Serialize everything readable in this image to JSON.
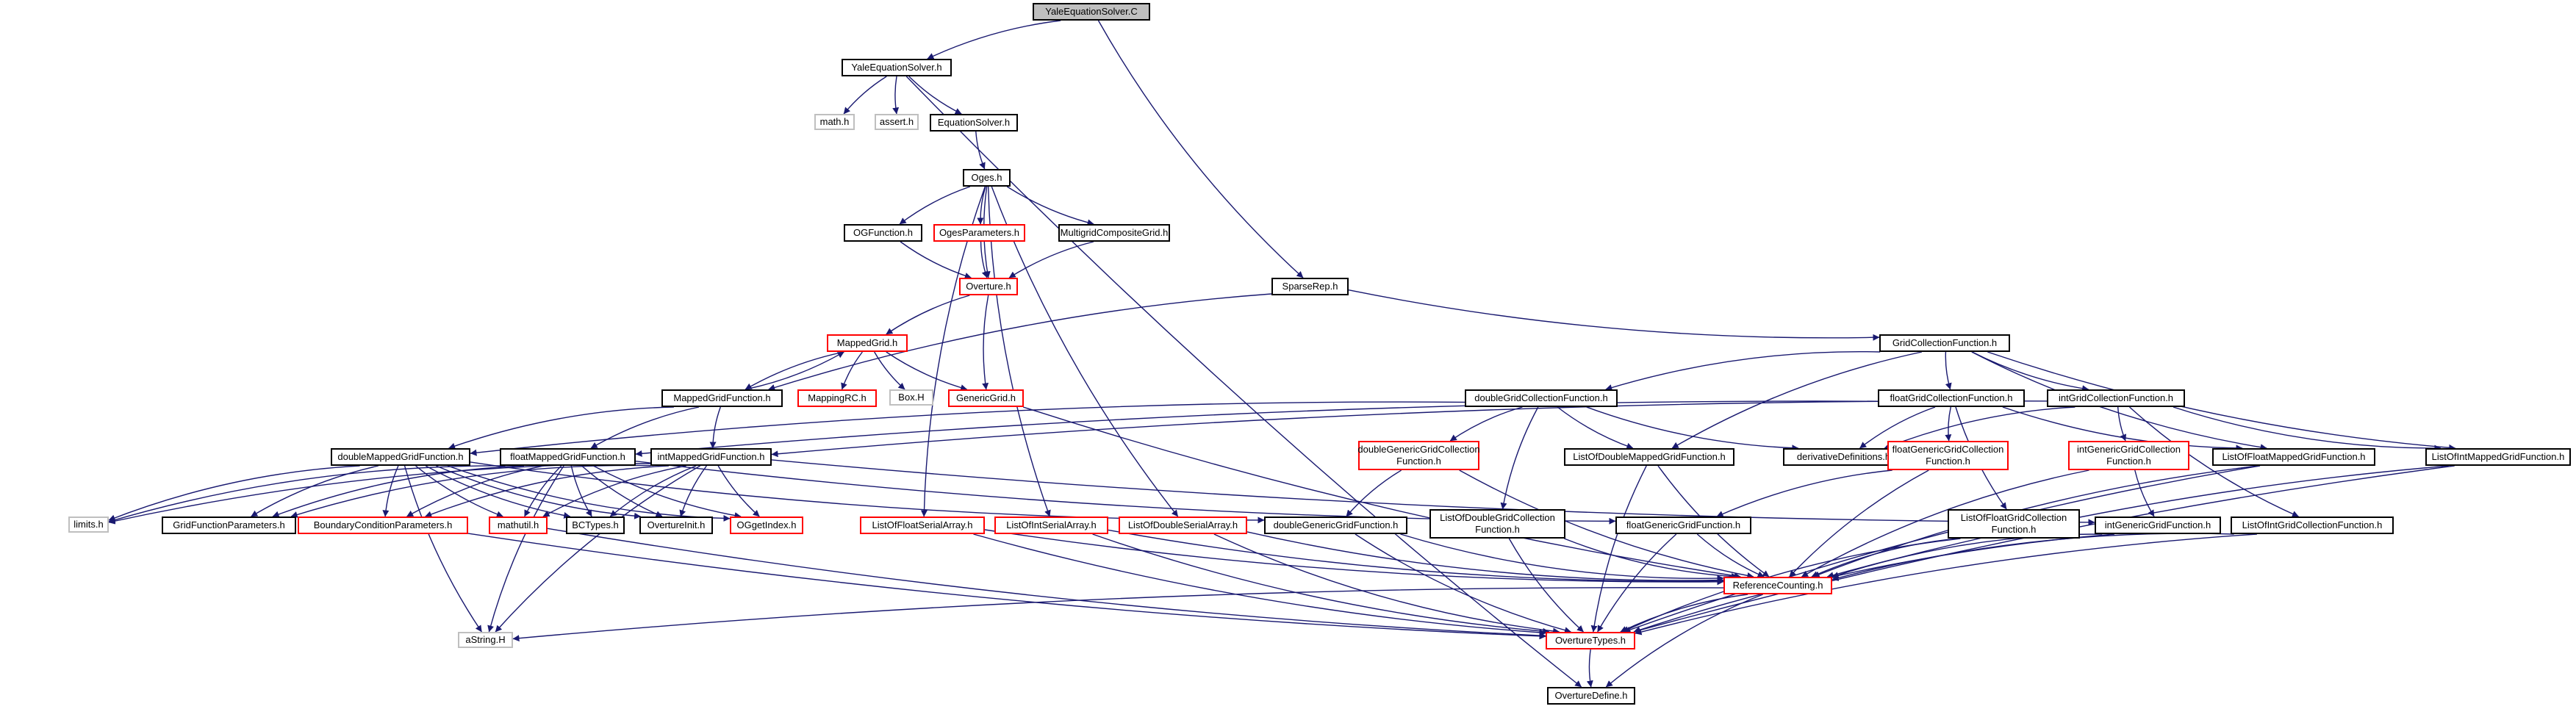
{
  "colors": {
    "edge": "#191970",
    "border": "#000000",
    "border_incomplete": "#ff0000",
    "border_external": "#bfbfbf",
    "root_fill": "#bfbfbf"
  },
  "nodes": [
    {
      "id": "yale_c",
      "label": "YaleEquationSolver.C",
      "style": "root"
    },
    {
      "id": "yale_h",
      "label": "YaleEquationSolver.h",
      "style": "normal"
    },
    {
      "id": "math",
      "label": "math.h",
      "style": "external"
    },
    {
      "id": "assert",
      "label": "assert.h",
      "style": "external"
    },
    {
      "id": "eqsolver",
      "label": "EquationSolver.h",
      "style": "normal"
    },
    {
      "id": "oges",
      "label": "Oges.h",
      "style": "normal"
    },
    {
      "id": "ogfunc",
      "label": "OGFunction.h",
      "style": "normal"
    },
    {
      "id": "ogesparams",
      "label": "OgesParameters.h",
      "style": "incomplete"
    },
    {
      "id": "multigrid",
      "label": "MultigridCompositeGrid.h",
      "style": "normal"
    },
    {
      "id": "overture",
      "label": "Overture.h",
      "style": "incomplete"
    },
    {
      "id": "sparserep",
      "label": "SparseRep.h",
      "style": "normal"
    },
    {
      "id": "mappedgrid",
      "label": "MappedGrid.h",
      "style": "incomplete"
    },
    {
      "id": "mgf",
      "label": "MappedGridFunction.h",
      "style": "normal"
    },
    {
      "id": "mappingrc",
      "label": "MappingRC.h",
      "style": "incomplete"
    },
    {
      "id": "boxh",
      "label": "Box.H",
      "style": "external"
    },
    {
      "id": "genericgrid",
      "label": "GenericGrid.h",
      "style": "incomplete"
    },
    {
      "id": "gcf",
      "label": "GridCollectionFunction.h",
      "style": "normal"
    },
    {
      "id": "dgcf",
      "label": "doubleGridCollectionFunction.h",
      "style": "normal"
    },
    {
      "id": "fgcf",
      "label": "floatGridCollectionFunction.h",
      "style": "normal"
    },
    {
      "id": "igcf",
      "label": "intGridCollectionFunction.h",
      "style": "normal"
    },
    {
      "id": "dmgf",
      "label": "doubleMappedGridFunction.h",
      "style": "normal"
    },
    {
      "id": "fmgf",
      "label": "floatMappedGridFunction.h",
      "style": "normal"
    },
    {
      "id": "imgf",
      "label": "intMappedGridFunction.h",
      "style": "normal"
    },
    {
      "id": "dggcf",
      "label": "doubleGenericGridCollection\nFunction.h",
      "style": "incomplete"
    },
    {
      "id": "lodmgf",
      "label": "ListOfDoubleMappedGridFunction.h",
      "style": "normal"
    },
    {
      "id": "derivdefs",
      "label": "derivativeDefinitions.h",
      "style": "normal"
    },
    {
      "id": "fggcf",
      "label": "floatGenericGridCollection\nFunction.h",
      "style": "incomplete"
    },
    {
      "id": "iggcf",
      "label": "intGenericGridCollection\nFunction.h",
      "style": "incomplete"
    },
    {
      "id": "lofmgf",
      "label": "ListOfFloatMappedGridFunction.h",
      "style": "normal"
    },
    {
      "id": "loimgf",
      "label": "ListOfIntMappedGridFunction.h",
      "style": "normal"
    },
    {
      "id": "limits",
      "label": "limits.h",
      "style": "external"
    },
    {
      "id": "gfparams",
      "label": "GridFunctionParameters.h",
      "style": "normal"
    },
    {
      "id": "bcparams",
      "label": "BoundaryConditionParameters.h",
      "style": "incomplete"
    },
    {
      "id": "mathutil",
      "label": "mathutil.h",
      "style": "incomplete"
    },
    {
      "id": "bctypes",
      "label": "BCTypes.h",
      "style": "normal"
    },
    {
      "id": "ovinit",
      "label": "OvertureInit.h",
      "style": "normal"
    },
    {
      "id": "ogetindex",
      "label": "OGgetIndex.h",
      "style": "incomplete"
    },
    {
      "id": "lofsa",
      "label": "ListOfFloatSerialArray.h",
      "style": "incomplete"
    },
    {
      "id": "loisa",
      "label": "ListOfIntSerialArray.h",
      "style": "incomplete"
    },
    {
      "id": "lodsa",
      "label": "ListOfDoubleSerialArray.h",
      "style": "incomplete"
    },
    {
      "id": "dggf",
      "label": "doubleGenericGridFunction.h",
      "style": "normal"
    },
    {
      "id": "lodgcf",
      "label": "ListOfDoubleGridCollection\nFunction.h",
      "style": "normal"
    },
    {
      "id": "fggf",
      "label": "floatGenericGridFunction.h",
      "style": "normal"
    },
    {
      "id": "lofgcf",
      "label": "ListOfFloatGridCollection\nFunction.h",
      "style": "normal"
    },
    {
      "id": "iggf",
      "label": "intGenericGridFunction.h",
      "style": "normal"
    },
    {
      "id": "loigcf",
      "label": "ListOfIntGridCollectionFunction.h",
      "style": "normal"
    },
    {
      "id": "refcount",
      "label": "ReferenceCounting.h",
      "style": "incomplete"
    },
    {
      "id": "astring",
      "label": "aString.H",
      "style": "external"
    },
    {
      "id": "ovtypes",
      "label": "OvertureTypes.h",
      "style": "incomplete"
    },
    {
      "id": "ovdefine",
      "label": "OvertureDefine.h",
      "style": "normal"
    }
  ],
  "edges": [
    [
      "yale_c",
      "yale_h"
    ],
    [
      "yale_c",
      "sparserep"
    ],
    [
      "yale_h",
      "math"
    ],
    [
      "yale_h",
      "assert"
    ],
    [
      "yale_h",
      "eqsolver"
    ],
    [
      "yale_h",
      "ovdefine"
    ],
    [
      "eqsolver",
      "oges"
    ],
    [
      "oges",
      "ogfunc"
    ],
    [
      "oges",
      "ogesparams"
    ],
    [
      "oges",
      "multigrid"
    ],
    [
      "oges",
      "overture"
    ],
    [
      "oges",
      "lofsa"
    ],
    [
      "oges",
      "loisa"
    ],
    [
      "oges",
      "lodsa"
    ],
    [
      "ogfunc",
      "overture"
    ],
    [
      "ogesparams",
      "overture"
    ],
    [
      "multigrid",
      "overture"
    ],
    [
      "overture",
      "mappedgrid"
    ],
    [
      "overture",
      "genericgrid"
    ],
    [
      "sparserep",
      "mgf"
    ],
    [
      "sparserep",
      "gcf"
    ],
    [
      "mappedgrid",
      "mgf"
    ],
    [
      "mappedgrid",
      "mappingrc"
    ],
    [
      "mappedgrid",
      "boxh"
    ],
    [
      "mappedgrid",
      "genericgrid"
    ],
    [
      "mgf",
      "mappedgrid"
    ],
    [
      "mgf",
      "dmgf"
    ],
    [
      "mgf",
      "fmgf"
    ],
    [
      "mgf",
      "imgf"
    ],
    [
      "genericgrid",
      "refcount"
    ],
    [
      "gcf",
      "dgcf"
    ],
    [
      "gcf",
      "fgcf"
    ],
    [
      "gcf",
      "igcf"
    ],
    [
      "gcf",
      "lodmgf"
    ],
    [
      "gcf",
      "lofmgf"
    ],
    [
      "gcf",
      "loimgf"
    ],
    [
      "dgcf",
      "dmgf"
    ],
    [
      "dgcf",
      "dggcf"
    ],
    [
      "dgcf",
      "lodmgf"
    ],
    [
      "dgcf",
      "derivdefs"
    ],
    [
      "dgcf",
      "lodgcf"
    ],
    [
      "fgcf",
      "fmgf"
    ],
    [
      "fgcf",
      "fggcf"
    ],
    [
      "fgcf",
      "derivdefs"
    ],
    [
      "fgcf",
      "lofmgf"
    ],
    [
      "fgcf",
      "lofgcf"
    ],
    [
      "igcf",
      "imgf"
    ],
    [
      "igcf",
      "iggcf"
    ],
    [
      "igcf",
      "derivdefs"
    ],
    [
      "igcf",
      "loimgf"
    ],
    [
      "igcf",
      "loigcf"
    ],
    [
      "dmgf",
      "limits"
    ],
    [
      "dmgf",
      "gfparams"
    ],
    [
      "dmgf",
      "bcparams"
    ],
    [
      "dmgf",
      "mathutil"
    ],
    [
      "dmgf",
      "bctypes"
    ],
    [
      "dmgf",
      "ovinit"
    ],
    [
      "dmgf",
      "ogetindex"
    ],
    [
      "dmgf",
      "dggf"
    ],
    [
      "dmgf",
      "astring"
    ],
    [
      "fmgf",
      "limits"
    ],
    [
      "fmgf",
      "gfparams"
    ],
    [
      "fmgf",
      "bcparams"
    ],
    [
      "fmgf",
      "mathutil"
    ],
    [
      "fmgf",
      "bctypes"
    ],
    [
      "fmgf",
      "ovinit"
    ],
    [
      "fmgf",
      "ogetindex"
    ],
    [
      "fmgf",
      "fggf"
    ],
    [
      "fmgf",
      "astring"
    ],
    [
      "imgf",
      "limits"
    ],
    [
      "imgf",
      "gfparams"
    ],
    [
      "imgf",
      "bcparams"
    ],
    [
      "imgf",
      "mathutil"
    ],
    [
      "imgf",
      "bctypes"
    ],
    [
      "imgf",
      "ovinit"
    ],
    [
      "imgf",
      "ogetindex"
    ],
    [
      "imgf",
      "iggf"
    ],
    [
      "imgf",
      "astring"
    ],
    [
      "dggcf",
      "dggf"
    ],
    [
      "dggcf",
      "refcount"
    ],
    [
      "fggcf",
      "fggf"
    ],
    [
      "fggcf",
      "refcount"
    ],
    [
      "iggcf",
      "iggf"
    ],
    [
      "iggcf",
      "refcount"
    ],
    [
      "lodmgf",
      "refcount"
    ],
    [
      "lodmgf",
      "ovtypes"
    ],
    [
      "lofmgf",
      "refcount"
    ],
    [
      "lofmgf",
      "ovtypes"
    ],
    [
      "loimgf",
      "refcount"
    ],
    [
      "loimgf",
      "ovtypes"
    ],
    [
      "bcparams",
      "ovtypes"
    ],
    [
      "mathutil",
      "ovtypes"
    ],
    [
      "lofsa",
      "refcount"
    ],
    [
      "lofsa",
      "ovtypes"
    ],
    [
      "loisa",
      "refcount"
    ],
    [
      "loisa",
      "ovtypes"
    ],
    [
      "lodsa",
      "refcount"
    ],
    [
      "lodsa",
      "ovtypes"
    ],
    [
      "dggf",
      "refcount"
    ],
    [
      "dggf",
      "ovtypes"
    ],
    [
      "lodgcf",
      "refcount"
    ],
    [
      "lodgcf",
      "ovtypes"
    ],
    [
      "fggf",
      "refcount"
    ],
    [
      "fggf",
      "ovtypes"
    ],
    [
      "lofgcf",
      "refcount"
    ],
    [
      "lofgcf",
      "ovtypes"
    ],
    [
      "iggf",
      "refcount"
    ],
    [
      "iggf",
      "ovtypes"
    ],
    [
      "loigcf",
      "refcount"
    ],
    [
      "loigcf",
      "ovtypes"
    ],
    [
      "refcount",
      "astring"
    ],
    [
      "refcount",
      "ovtypes"
    ],
    [
      "refcount",
      "ovdefine"
    ],
    [
      "ovtypes",
      "ovdefine"
    ]
  ]
}
